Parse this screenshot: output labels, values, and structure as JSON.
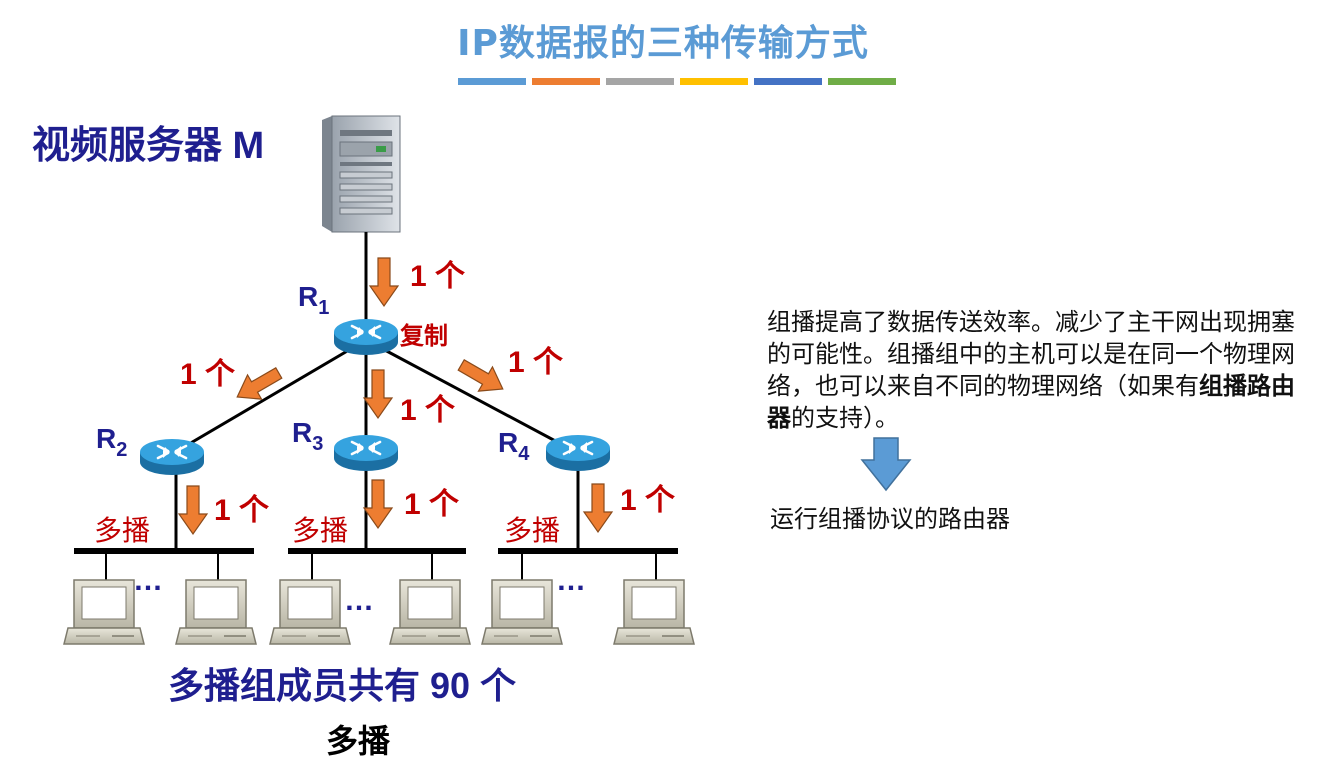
{
  "title": "IP数据报的三种传输方式",
  "title_bar_colors": [
    "#5b9bd5",
    "#ed7d31",
    "#a5a5a5",
    "#ffc000",
    "#4472c4",
    "#70ad47"
  ],
  "server_label": "视频服务器 M",
  "routers": [
    {
      "letter": "R",
      "sub": "1"
    },
    {
      "letter": "R",
      "sub": "2"
    },
    {
      "letter": "R",
      "sub": "3"
    },
    {
      "letter": "R",
      "sub": "4"
    }
  ],
  "copy_label": "复制",
  "arrow_label": "1 个",
  "multicast_label": "多播",
  "dots": "…",
  "group_label": "多播组成员共有 90 个",
  "caption": "多播",
  "description": {
    "before": "组播提高了数据传送效率。减少了主干网出现拥塞的可能性。组播组中的主机可以是在同一个物理网络，也可以来自不同的物理网络（如果有",
    "bold": "组播路由器",
    "after": "的支持）。"
  },
  "description2": "运行组播协议的路由器",
  "colors": {
    "title": "#5b9bd5",
    "navy_text": "#1f1f8f",
    "red_text": "#c00000",
    "arrow_orange": "#ed7d31",
    "router_blue": "#2e8fc9",
    "down_arrow_blue": "#5b9bd5"
  }
}
